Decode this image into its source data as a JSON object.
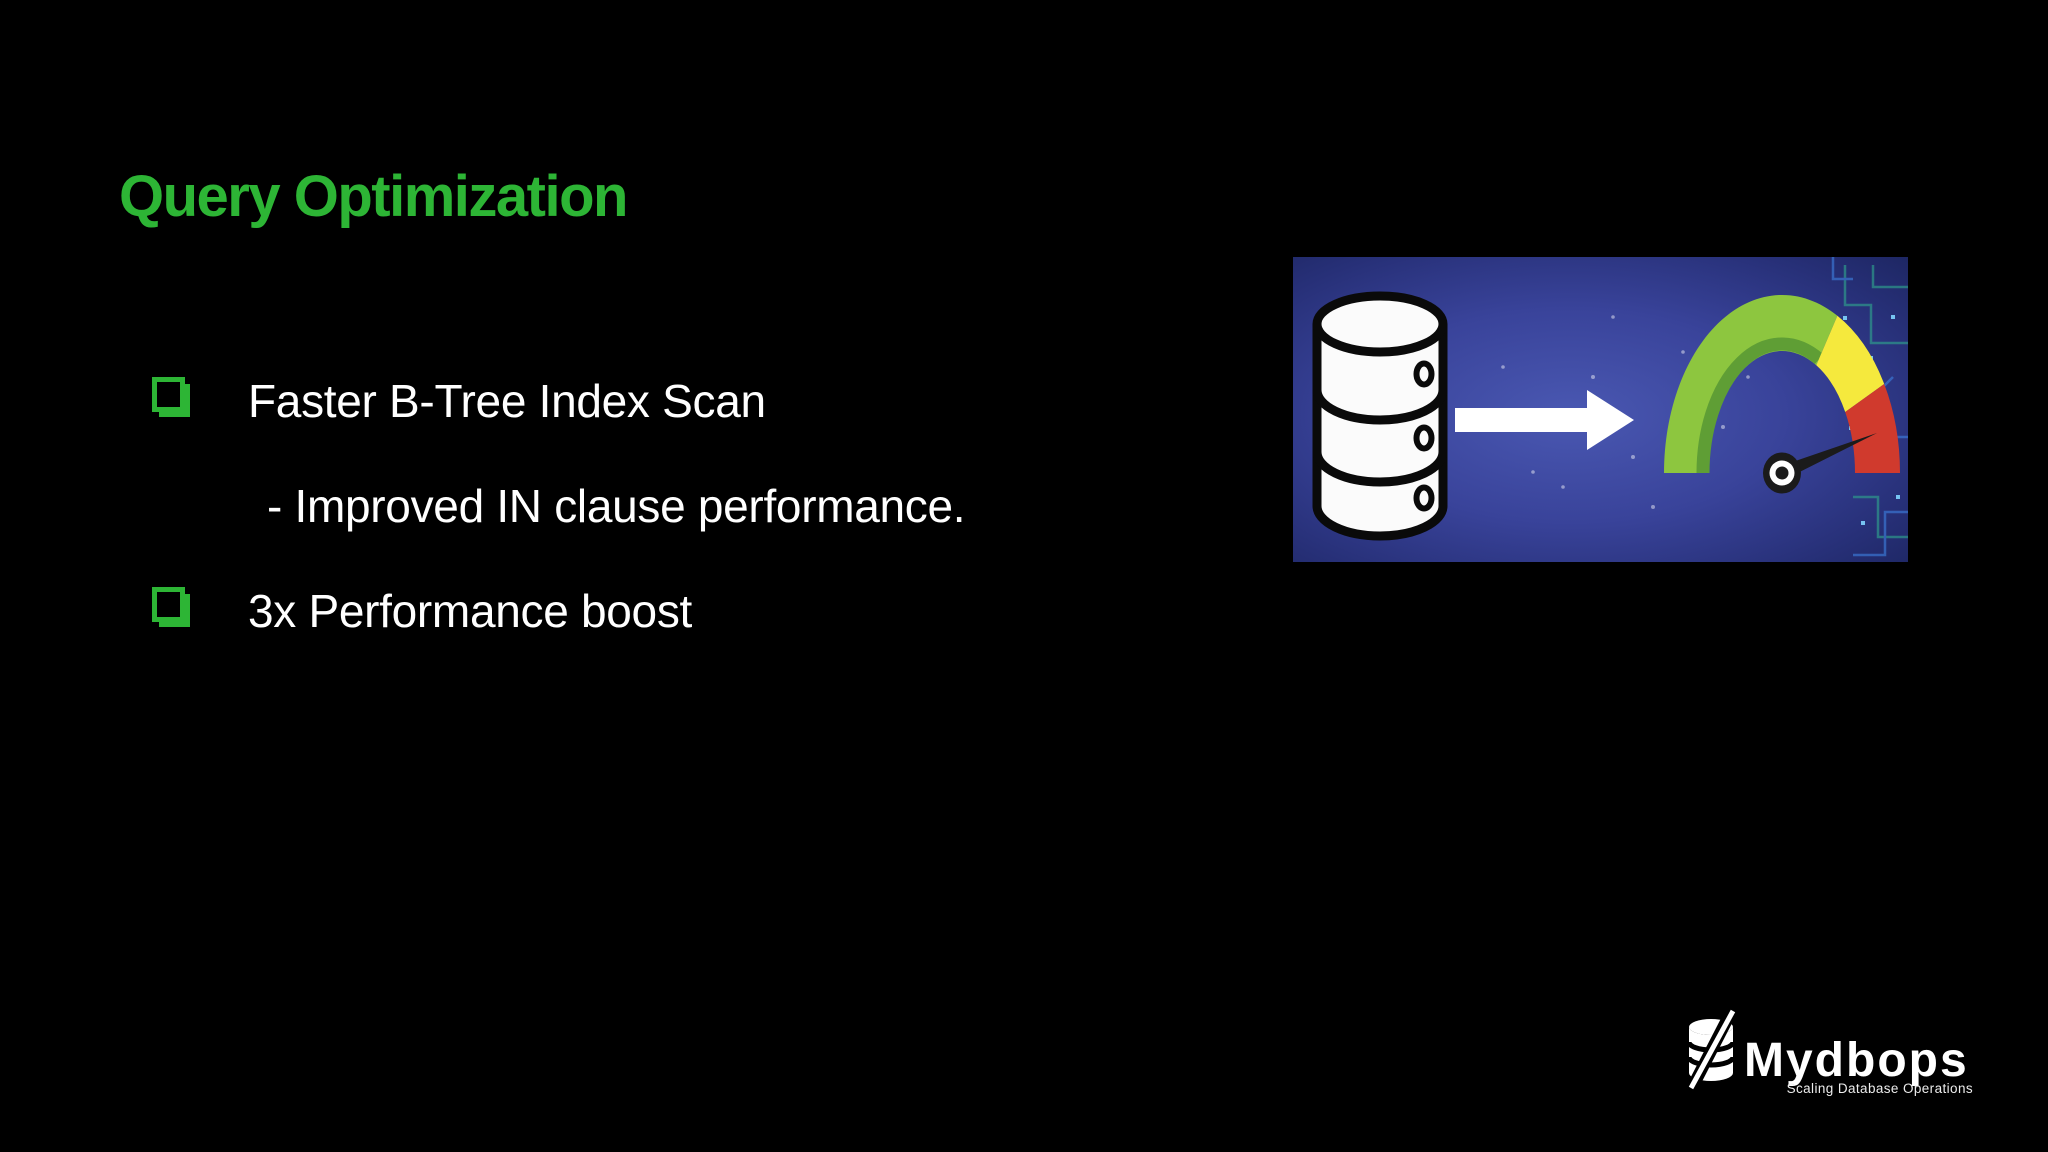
{
  "slide": {
    "title": "Query Optimization",
    "content": [
      {
        "type": "bullet",
        "text": "Faster B-Tree Index Scan"
      },
      {
        "type": "sub",
        "text": "- Improved IN clause performance."
      },
      {
        "type": "bullet",
        "text": "3x Performance boost"
      }
    ]
  },
  "illustration": {
    "icons": [
      "database-icon",
      "arrow-right-icon",
      "speedometer-gauge-icon",
      "gauge-needle-icon",
      "circuit-traces"
    ]
  },
  "logo": {
    "brand": "Mydbops",
    "tagline": "Scaling Database Operations",
    "icon": "database-slash-icon"
  },
  "colors": {
    "background": "#000000",
    "accent_green": "#2db535",
    "text_white": "#ffffff",
    "panel_blue_center": "#4a58b2",
    "panel_blue_mid": "#39439a",
    "panel_blue_edge": "#273078",
    "panel_blue_corner": "#1c2560",
    "gauge_green": "#8dc63f",
    "gauge_green_dark": "#5f9e35",
    "gauge_yellow": "#f5e93d",
    "gauge_red": "#d03a2d",
    "gauge_needle": "#1b1b1b",
    "icon_white": "#fbfbfb",
    "outline_black": "#0a0a0a",
    "circuit_teal": "#2fa08c",
    "circuit_blue": "#3c7bd9",
    "circuit_dot": "#7fd4ff"
  }
}
